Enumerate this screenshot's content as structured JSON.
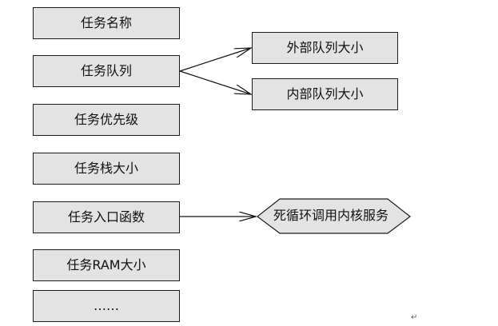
{
  "left_boxes": [
    "任务名称",
    "任务队列",
    "任务优先级",
    "任务栈大小",
    "任务入口函数",
    "任务RAM大小",
    "……"
  ],
  "right_boxes": [
    "外部队列大小",
    "内部队列大小"
  ],
  "hex_label": "死循环调用内核服务",
  "return_mark": "↵",
  "colors": {
    "box_fill": "#e3e3e3",
    "box_border": "#1c1c1c",
    "text": "#111111",
    "arrow": "#111111"
  }
}
